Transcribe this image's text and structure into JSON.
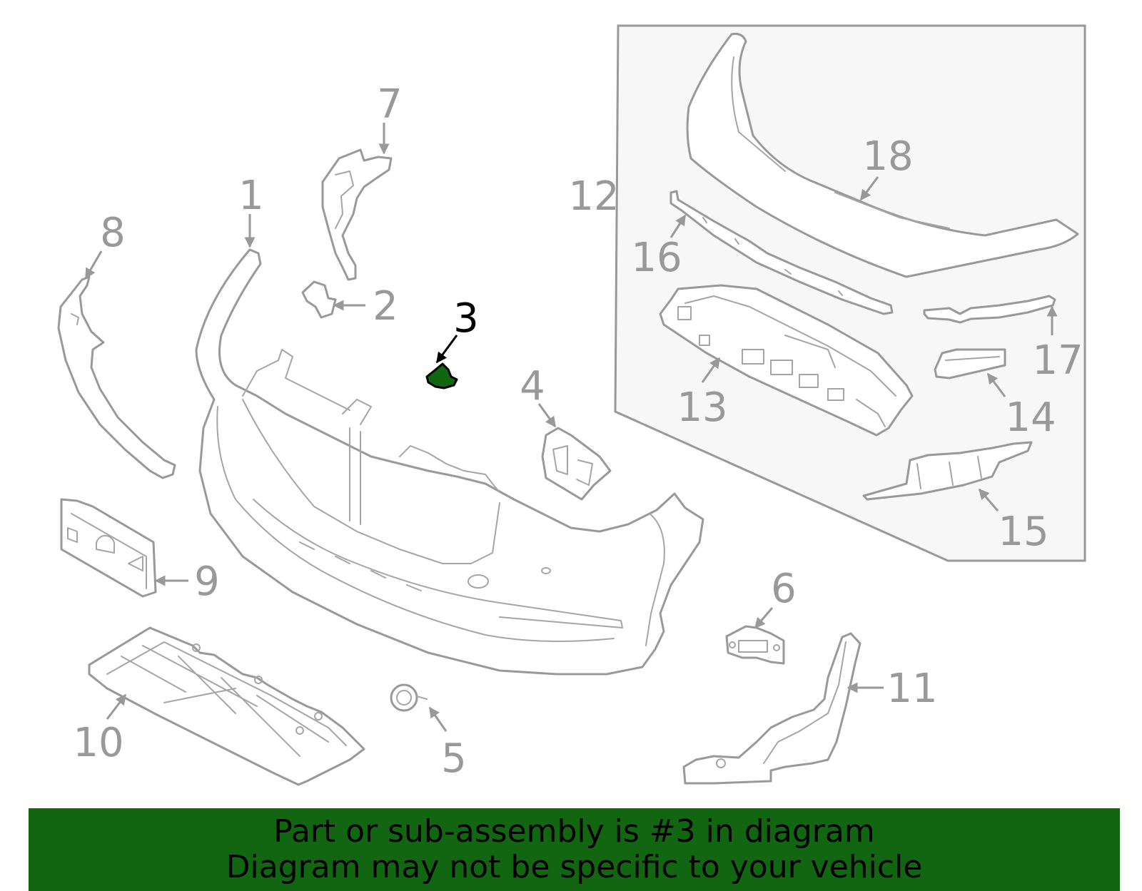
{
  "diagram": {
    "highlight_color": "#126612",
    "line_color": "#999999",
    "callouts": {
      "c1": "1",
      "c2": "2",
      "c3": "3",
      "c4": "4",
      "c5": "5",
      "c6": "6",
      "c7": "7",
      "c8": "8",
      "c9": "9",
      "c10": "10",
      "c11": "11",
      "c12": "12",
      "c13": "13",
      "c14": "14",
      "c15": "15",
      "c16": "16",
      "c17": "17",
      "c18": "18"
    }
  },
  "banner": {
    "line1": "Part or sub-assembly is #3 in diagram",
    "line2": "Diagram may not be specific to your vehicle",
    "background": "#126612"
  }
}
